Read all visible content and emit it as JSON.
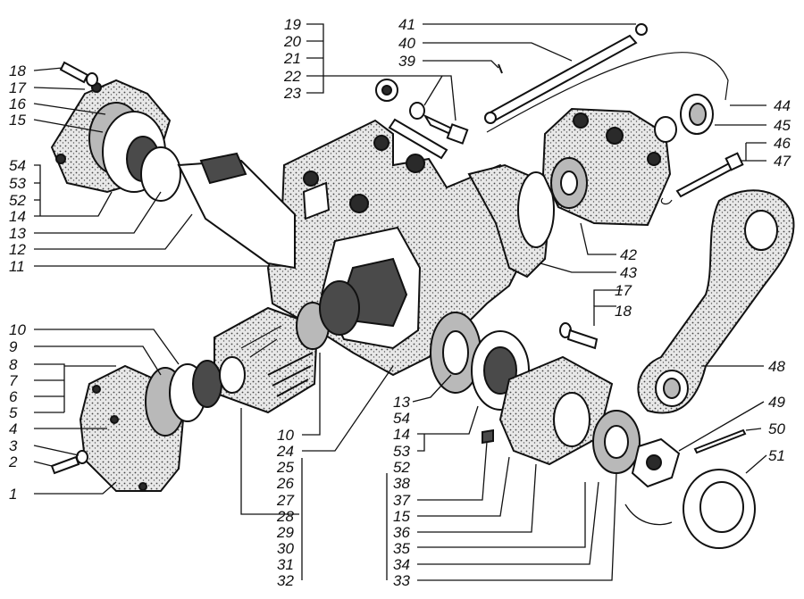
{
  "diagram": {
    "callouts": {
      "c1": "1",
      "c2": "2",
      "c3": "3",
      "c4": "4",
      "c5": "5",
      "c6": "6",
      "c7": "7",
      "c8": "8",
      "c9": "9",
      "c10a": "10",
      "c10b": "10",
      "c11": "11",
      "c12": "12",
      "c13a": "13",
      "c13b": "13",
      "c14a": "14",
      "c14b": "14",
      "c15a": "15",
      "c15b": "15",
      "c16": "16",
      "c17a": "17",
      "c17b": "17",
      "c18a": "18",
      "c18b": "18",
      "c19": "19",
      "c20": "20",
      "c21": "21",
      "c22": "22",
      "c23": "23",
      "c24": "24",
      "c25": "25",
      "c26": "26",
      "c27": "27",
      "c28": "28",
      "c29": "29",
      "c30": "30",
      "c31": "31",
      "c32": "32",
      "c33": "33",
      "c34": "34",
      "c35": "35",
      "c36": "36",
      "c37": "37",
      "c38": "38",
      "c39": "39",
      "c40": "40",
      "c41": "41",
      "c42": "42",
      "c43": "43",
      "c44": "44",
      "c45": "45",
      "c46": "46",
      "c47": "47",
      "c48": "48",
      "c49": "49",
      "c50": "50",
      "c51": "51",
      "c52a": "52",
      "c52b": "52",
      "c53a": "53",
      "c53b": "53",
      "c54a": "54",
      "c54b": "54"
    }
  }
}
